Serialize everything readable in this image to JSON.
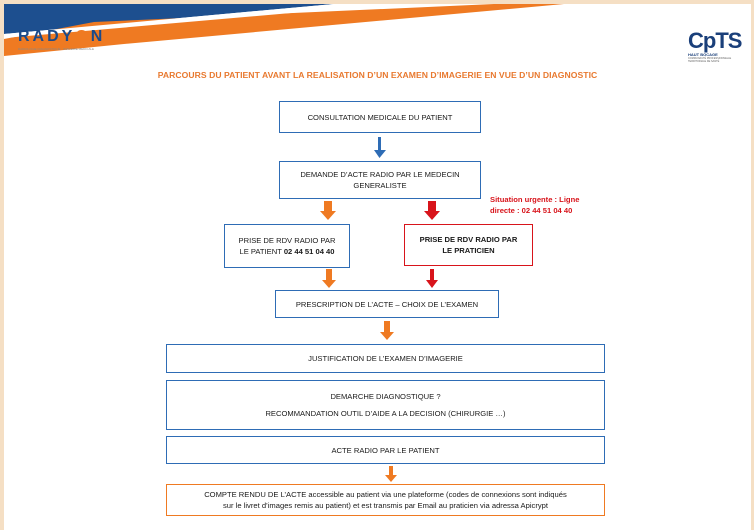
{
  "header": {
    "left_logo": {
      "text": "RADY",
      "accent_letter": "O",
      "text_end": "N",
      "tagline": "RADIOLOGIE DIAGNOSTIQUE · IMAGERIE MEDICALE"
    },
    "right_logo": {
      "text": "CpTS",
      "subtitle": "HAUT BOCAGE",
      "tagline": "COMMUNAUTÉ PROFESSIONNELLE TERRITORIALE DE SANTÉ"
    },
    "colors": {
      "banner_blue": "#1d4f8f",
      "banner_orange": "#ef7a22",
      "title_orange": "#e8792f",
      "box_blue": "#2e6cb5",
      "urgent_red": "#d8141b"
    }
  },
  "title": "PARCOURS DU PATIENT AVANT LA REALISATION D’UN EXAMEN D’IMAGERIE EN VUE D’UN DIAGNOSTIC",
  "flow": {
    "consultation": "CONSULTATION MEDICALE DU PATIENT",
    "demande_line1": "DEMANDE D’ACTE RADIO PAR LE MEDECIN",
    "demande_line2": "GENERALISTE",
    "urgent_line1": "Situation urgente : Ligne",
    "urgent_line2": "directe : 02 44 51 04 40",
    "rdv_patient_line1": "PRISE DE RDV RADIO PAR",
    "rdv_patient_line2_a": "LE PATIENT ",
    "rdv_patient_line2_b": "02 44 51 04 40",
    "rdv_praticien_line1": "PRISE DE RDV RADIO PAR",
    "rdv_praticien_line2": "LE PRATICIEN",
    "prescription": "PRESCRIPTION DE L’ACTE – CHOIX DE L’EXAMEN",
    "justification": "JUSTIFICATION DE L’EXAMEN D’IMAGERIE",
    "demarche_line1": "DEMARCHE DIAGNOSTIQUE ?",
    "demarche_line2": "RECOMMANDATION OUTIL D’AIDE A LA DECISION (CHIRURGIE …)",
    "acte": "ACTE RADIO PAR LE PATIENT",
    "compte_rendu_line1": "COMPTE RENDU DE L’ACTE accessible au patient via une plateforme (codes de connexions sont indiqués",
    "compte_rendu_line2": "sur le livret d’images remis au patient) et est transmis par Email au praticien via adressa Apicrypt"
  }
}
